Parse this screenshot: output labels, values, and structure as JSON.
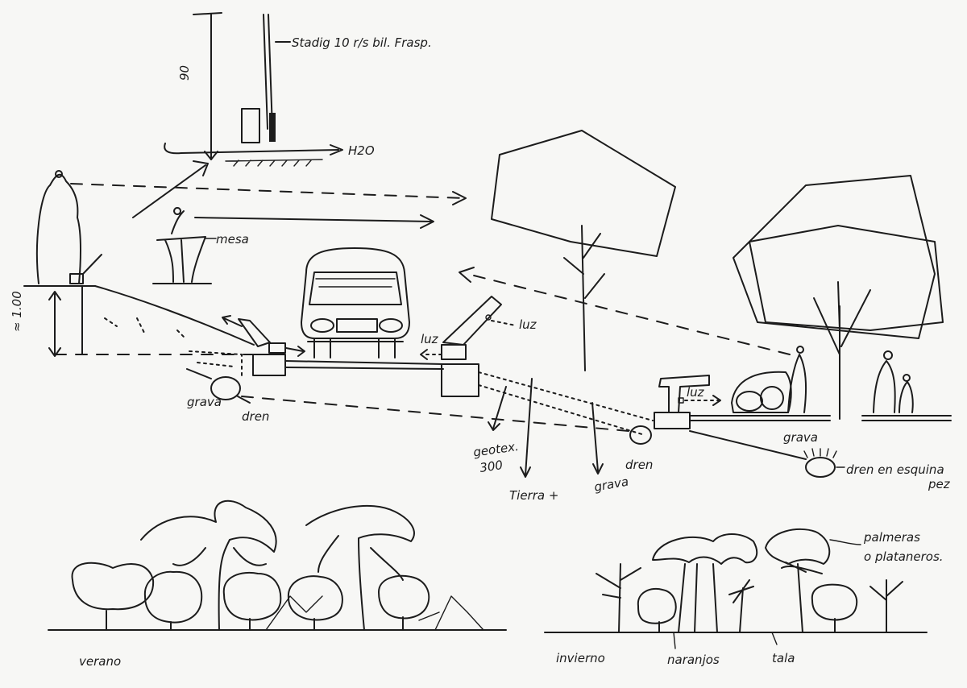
{
  "labels": {
    "height_90": "90",
    "standing": "Stadig 10 r/s bil. Frasp.",
    "h2o": "H2O",
    "mesa": "mesa",
    "approx_100": "≈ 1.00",
    "grava_left": "grava",
    "dren_left": "dren",
    "luz_mid": "luz",
    "luz_right": "luz",
    "luz_upper": "luz",
    "geotex": "geotex.",
    "geotex_num": "300",
    "tierra": "Tierra +",
    "grava_mid": "grava",
    "dren_mid": "dren",
    "grava_right": "grava",
    "dren_right": "dren en esquina",
    "dren_right_2": "pez",
    "verano": "verano",
    "invierno": "invierno",
    "naranjos": "naranjos",
    "tala": "tala",
    "palmeras": "palmeras",
    "palmeras_2": "o plataneros."
  }
}
